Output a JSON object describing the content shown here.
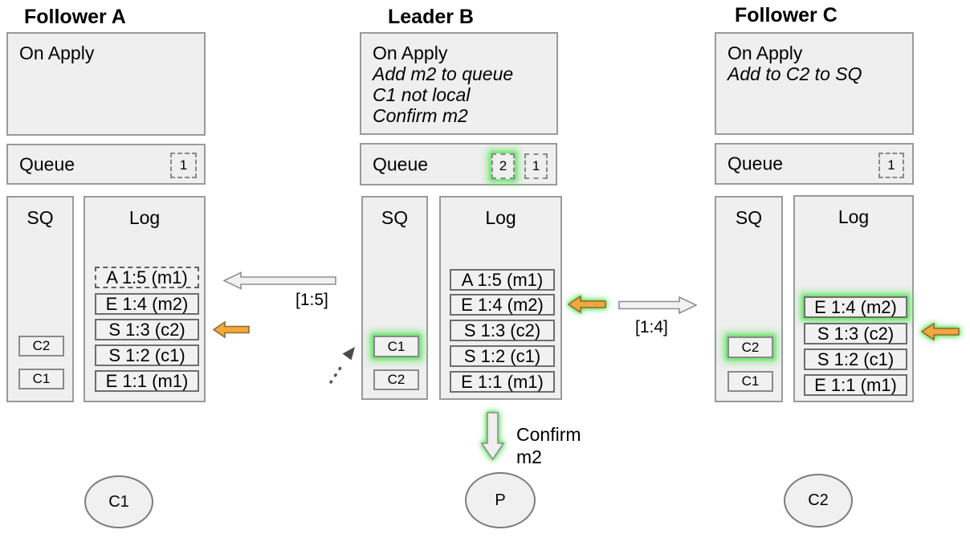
{
  "colors": {
    "highlight_green": "#55E055",
    "arrow_orange": "#F5A63C",
    "box_fill": "#EFEFEF",
    "box_border": "#999999"
  },
  "columns": {
    "a": {
      "title": "Follower A",
      "on_apply": {
        "label": "On Apply",
        "notes": []
      },
      "queue": {
        "label": "Queue",
        "slots": [
          {
            "value": "1"
          }
        ]
      },
      "sq": {
        "label": "SQ",
        "items": [
          {
            "value": "C2"
          },
          {
            "value": "C1"
          }
        ]
      },
      "log": {
        "label": "Log",
        "entries": [
          {
            "text": "A 1:5 (m1)"
          },
          {
            "text": "E 1:4 (m2)"
          },
          {
            "text": "S 1:3 (c2)"
          },
          {
            "text": "S 1:2 (c1)"
          },
          {
            "text": "E 1:1 (m1)"
          }
        ]
      },
      "arrow_label": "[1:5]",
      "node": "C1"
    },
    "b": {
      "title": "Leader B",
      "on_apply": {
        "label": "On Apply",
        "notes": [
          "Add m2 to queue",
          "C1 not local",
          "Confirm m2"
        ]
      },
      "queue": {
        "label": "Queue",
        "slots": [
          {
            "value": "2"
          },
          {
            "value": "1"
          }
        ]
      },
      "sq": {
        "label": "SQ",
        "items": [
          {
            "value": "C1"
          },
          {
            "value": "C2"
          }
        ]
      },
      "log": {
        "label": "Log",
        "entries": [
          {
            "text": "A 1:5 (m1)"
          },
          {
            "text": "E 1:4 (m2)"
          },
          {
            "text": "S 1:3 (c2)"
          },
          {
            "text": "S 1:2 (c1)"
          },
          {
            "text": "E 1:1 (m1)"
          }
        ]
      },
      "confirm_label": "Confirm m2",
      "node": "P"
    },
    "c": {
      "title": "Follower C",
      "on_apply": {
        "label": "On Apply",
        "notes": [
          "Add to C2 to SQ"
        ]
      },
      "queue": {
        "label": "Queue",
        "slots": [
          {
            "value": "1"
          }
        ]
      },
      "sq": {
        "label": "SQ",
        "items": [
          {
            "value": "C2"
          },
          {
            "value": "C1"
          }
        ]
      },
      "log": {
        "label": "Log",
        "entries": [
          {
            "text": "E 1:4 (m2)"
          },
          {
            "text": "S 1:3 (c2)"
          },
          {
            "text": "S 1:2 (c1)"
          },
          {
            "text": "E 1:1 (m1)"
          }
        ]
      },
      "arrow_label": "[1:4]",
      "node": "C2"
    }
  }
}
